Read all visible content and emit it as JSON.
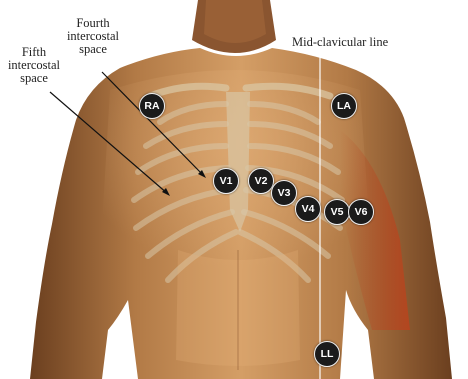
{
  "labels": {
    "fourth_intercostal": "Fourth\nintercostal\nspace",
    "fifth_intercostal": "Fifth\nintercostal\nspace",
    "mid_clavicular": "Mid-clavicular line"
  },
  "electrodes": {
    "ra": "RA",
    "la": "LA",
    "v1": "V1",
    "v2": "V2",
    "v3": "V3",
    "v4": "V4",
    "v5": "V5",
    "v6": "V6",
    "ll": "LL"
  },
  "colors": {
    "skin_light": "#d9a36a",
    "skin_dark": "#7a4a26",
    "ribcage": "#d8c7a8",
    "electrode_fill": "#1b1b1b",
    "electrode_text": "#ffffff"
  }
}
